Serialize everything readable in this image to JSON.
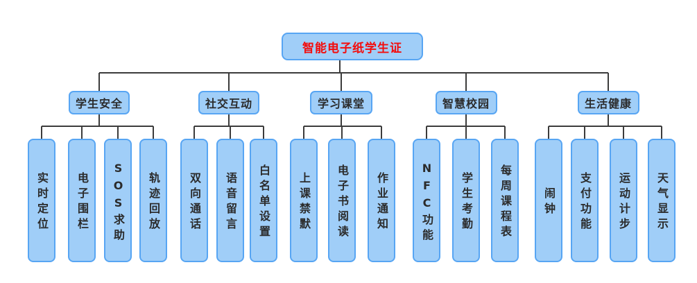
{
  "diagram": {
    "root": {
      "label": "智能电子纸学生证"
    },
    "groups": [
      {
        "label": "学生安全",
        "children": [
          "实时定位",
          "电子围栏",
          "SOS求助",
          "轨迹回放"
        ]
      },
      {
        "label": "社交互动",
        "children": [
          "双向通话",
          "语音留言",
          "白名单设置"
        ]
      },
      {
        "label": "学习课堂",
        "children": [
          "上课禁默",
          "电子书阅读",
          "作业通知"
        ]
      },
      {
        "label": "智慧校园",
        "children": [
          "NFC功能",
          "学生考勤",
          "每周课程表"
        ]
      },
      {
        "label": "生活健康",
        "children": [
          "闹钟",
          "支付功能",
          "运动计步",
          "天气显示"
        ]
      }
    ],
    "colors": {
      "node_fill": "#a0cef8",
      "node_border": "#57a5f3",
      "root_text": "#f30d0d",
      "node_text": "#2b2b2b",
      "connector": "#3b3b3b",
      "background": "#ffffff"
    }
  }
}
